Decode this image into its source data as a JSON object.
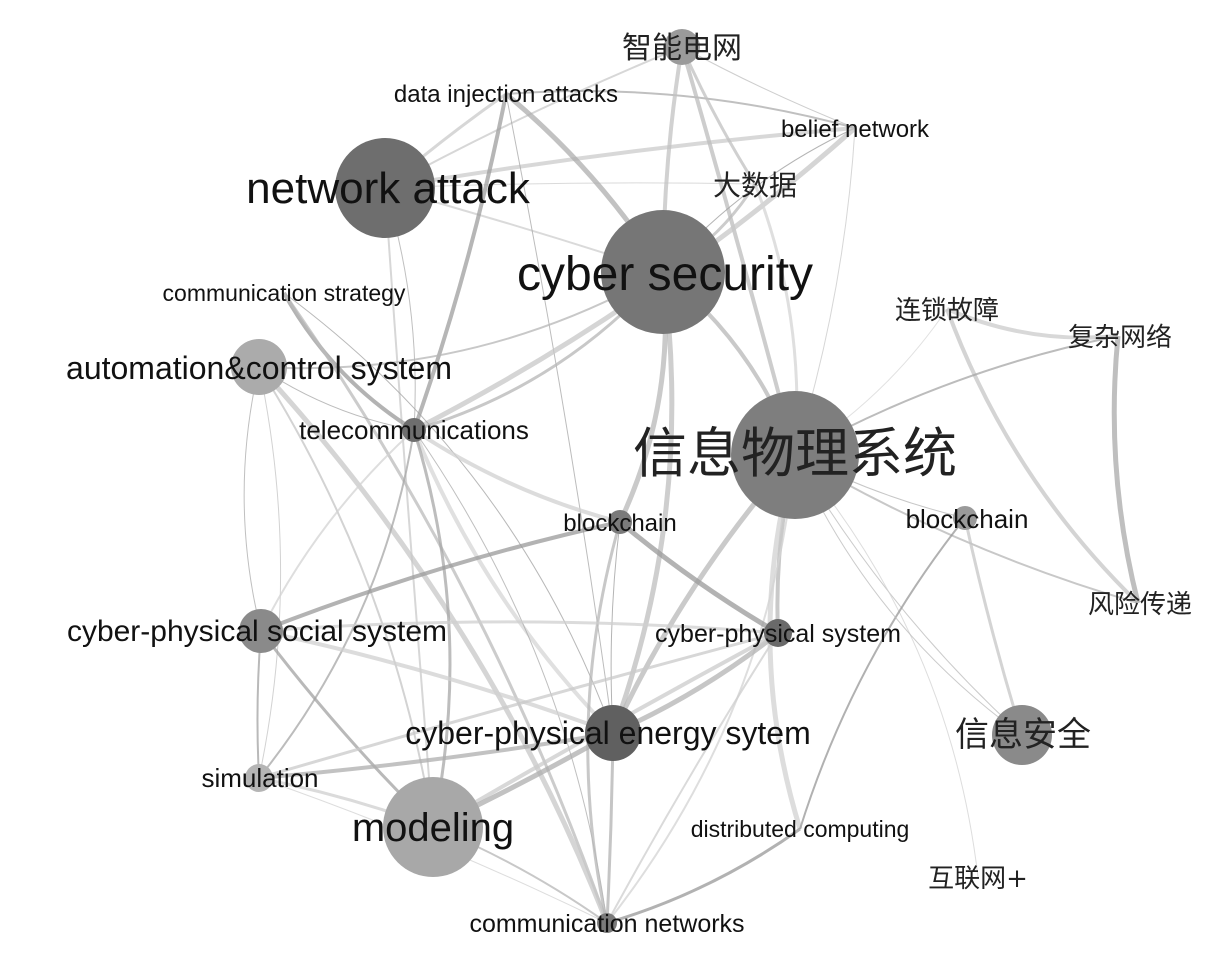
{
  "graph": {
    "nodes": [
      {
        "id": "n1",
        "label": "智能电网"
      },
      {
        "id": "n2",
        "label": "data injection attacks"
      },
      {
        "id": "n3",
        "label": "belief network"
      },
      {
        "id": "n4",
        "label": "network attack"
      },
      {
        "id": "n5",
        "label": "大数据"
      },
      {
        "id": "n6",
        "label": "cyber security"
      },
      {
        "id": "n7",
        "label": "communication strategy"
      },
      {
        "id": "n8",
        "label": "连锁故障"
      },
      {
        "id": "n9",
        "label": "复杂网络"
      },
      {
        "id": "n10",
        "label": "automation&control system"
      },
      {
        "id": "n11",
        "label": "telecommunications"
      },
      {
        "id": "n12",
        "label": "信息物理系统"
      },
      {
        "id": "n13",
        "label": "blockchain"
      },
      {
        "id": "n14",
        "label": "blockchain"
      },
      {
        "id": "n15",
        "label": "风险传递"
      },
      {
        "id": "n16",
        "label": "cyber-physical social system"
      },
      {
        "id": "n17",
        "label": "cyber-physical system"
      },
      {
        "id": "n18",
        "label": "cyber-physical energy sytem"
      },
      {
        "id": "n19",
        "label": "信息安全"
      },
      {
        "id": "n20",
        "label": "simulation"
      },
      {
        "id": "n21",
        "label": "modeling"
      },
      {
        "id": "n22",
        "label": "distributed computing"
      },
      {
        "id": "n23",
        "label": "互联网+"
      },
      {
        "id": "n24",
        "label": "communication networks"
      }
    ],
    "edges": [
      [
        "n4",
        "n2"
      ],
      [
        "n4",
        "n3"
      ],
      [
        "n4",
        "n6"
      ],
      [
        "n4",
        "n5"
      ],
      [
        "n4",
        "n11"
      ],
      [
        "n4",
        "n21"
      ],
      [
        "n4",
        "n1"
      ],
      [
        "n2",
        "n6"
      ],
      [
        "n2",
        "n3"
      ],
      [
        "n2",
        "n11"
      ],
      [
        "n2",
        "n18"
      ],
      [
        "n1",
        "n6"
      ],
      [
        "n1",
        "n12"
      ],
      [
        "n1",
        "n3"
      ],
      [
        "n1",
        "n5"
      ],
      [
        "n3",
        "n6"
      ],
      [
        "n3",
        "n12"
      ],
      [
        "n3",
        "n11"
      ],
      [
        "n5",
        "n12"
      ],
      [
        "n5",
        "n6"
      ],
      [
        "n6",
        "n12"
      ],
      [
        "n6",
        "n11"
      ],
      [
        "n6",
        "n10"
      ],
      [
        "n6",
        "n18"
      ],
      [
        "n6",
        "n13"
      ],
      [
        "n7",
        "n18"
      ],
      [
        "n7",
        "n11"
      ],
      [
        "n7",
        "n24"
      ],
      [
        "n10",
        "n11"
      ],
      [
        "n10",
        "n16"
      ],
      [
        "n10",
        "n20"
      ],
      [
        "n10",
        "n21"
      ],
      [
        "n10",
        "n24"
      ],
      [
        "n11",
        "n18"
      ],
      [
        "n11",
        "n21"
      ],
      [
        "n11",
        "n20"
      ],
      [
        "n11",
        "n16"
      ],
      [
        "n11",
        "n24"
      ],
      [
        "n11",
        "n13"
      ],
      [
        "n12",
        "n8"
      ],
      [
        "n12",
        "n14"
      ],
      [
        "n12",
        "n15"
      ],
      [
        "n12",
        "n17"
      ],
      [
        "n12",
        "n18"
      ],
      [
        "n12",
        "n19"
      ],
      [
        "n12",
        "n23"
      ],
      [
        "n12",
        "n22"
      ],
      [
        "n12",
        "n24"
      ],
      [
        "n8",
        "n9"
      ],
      [
        "n8",
        "n15"
      ],
      [
        "n9",
        "n15"
      ],
      [
        "n9",
        "n12"
      ],
      [
        "n13",
        "n18"
      ],
      [
        "n13",
        "n17"
      ],
      [
        "n13",
        "n16"
      ],
      [
        "n13",
        "n24"
      ],
      [
        "n14",
        "n19"
      ],
      [
        "n14",
        "n22"
      ],
      [
        "n16",
        "n20"
      ],
      [
        "n16",
        "n21"
      ],
      [
        "n16",
        "n18"
      ],
      [
        "n16",
        "n17"
      ],
      [
        "n17",
        "n18"
      ],
      [
        "n17",
        "n21"
      ],
      [
        "n17",
        "n20"
      ],
      [
        "n17",
        "n24"
      ],
      [
        "n18",
        "n20"
      ],
      [
        "n18",
        "n21"
      ],
      [
        "n18",
        "n24"
      ],
      [
        "n20",
        "n21"
      ],
      [
        "n20",
        "n24"
      ],
      [
        "n21",
        "n24"
      ],
      [
        "n22",
        "n24"
      ],
      [
        "n19",
        "n12"
      ]
    ]
  }
}
